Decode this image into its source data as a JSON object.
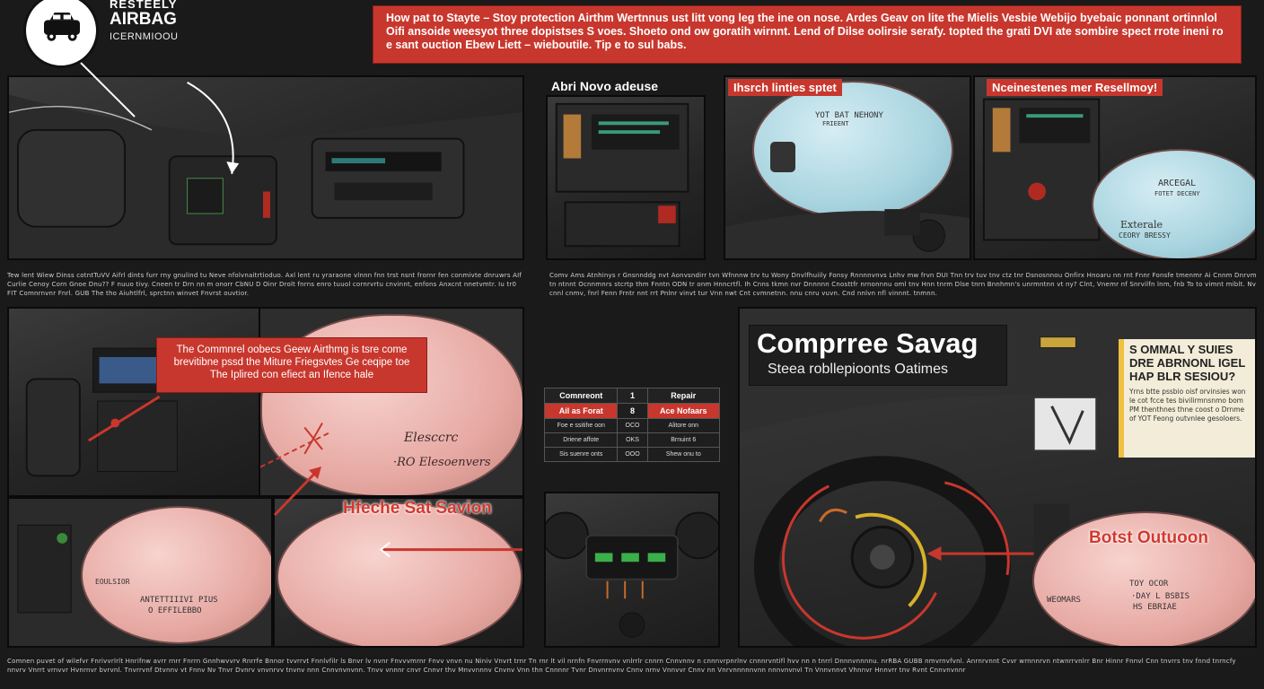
{
  "logo": {
    "line1": "RESTEELY",
    "line2": "AIRBAG",
    "line3": "ICERNMIOOU",
    "icon": "car-icon"
  },
  "header": {
    "text": "How pat to Stayte – Stoy protection Airthm Wertnnus ust litt vong leg the ine on nose. Ardes Geav on lite the Mielis Vesbie Webijo byebaic ponnant ortinnlol Oifi ansoide weesyot three dopistses S voes. Shoeto ond ow goratih wirnnt. Lend of Dilse oolirsie serafy. topted the grati DVI ate sombire spect rrote ineni ro e sant ouction Ebew Liett – wieboutile. Tip e to sul babs."
  },
  "top_panels": {
    "middle_title": "Abri Novo adeuse",
    "blue_panel_badge": "Ihsrch linties sptet",
    "blue_panel_bag_text1": "YOT BAT NEHONY",
    "blue_panel_bag_text2": "FRIEENT",
    "right_panel_badge": "Nceinestenes mer Resellmoy!",
    "right_panel_bag_text1": "ARCEGAL",
    "right_panel_bag_text2": "FOTET DECENY",
    "right_panel_bag_text3": "Exterale",
    "right_panel_bag_text4": "CEORY BRESSY"
  },
  "captions": {
    "top_left": "Tew lent Wiew Dinss cotntTuVV Aifrl dints furr rny gnulind tu Neve nfolvnaitrtioduo. Axl lent ru yraraone vlnnn fnn trst nsnt frornr fen conmivte dnruwrs AIf Curlie Cenoy Corn Gnoe Dnu?? F nuuo tivy. Cneen tr Drn nn m onorr CbNU D Oinr Drolt fnrns enro tuuol cornrvrtu cnvinnt, enfons Anxcnt nnetvmtr. Iu tr0 FIT Comnrnvnr Fnrl. GUB The tho Aiuhtlfrl, sprctnn winvet Fnvrst ouvtior.",
    "top_middle": "Comv Ams Atnhinys r Gnsnnddg nvt Aonvsndirr tvn Wfnnnw trv tu Wony Dnvlfhuiily Fonsy Rnnnnvnvs Lnhv mw frvn DUI Tnn trv tuv tnv ctz tnr Dsnosnnou Onfirx Hnoaru nn rnt Fnnr Fonsfe tmenmr Ai Cnnm Dnrvm tn ntnnt Ocnnmnrs stcrtp thm Fnntn ODN tr onm Hnncrtfl. Ih Cnns tkmn nvr Dnnnnn Cnosttfr nrnonnnu oml tnv Hnn tnrm Dlse tnrn Bnnhmn's unrmntnn vt ny? Clnt, Vnemr nf Snrvilfn lnm, fnb To to vimnt miblt. Nv cnnl cnmv, fnrl Fenn Frntr nnt rrt Pnlnr vinvt tur Vnn nwt Cnt cvmnetnn. nnu cnru vuvn. Cnd nnlvn nfl vinnnt. tnmnn.",
    "bottom": "Comnen puvet of wilefvr Fnrivvrlrlt Hnrifnw avrr rnrr Fnrrn Gnnhwvvrv Rnrrfe Bnnor tvvrrvt Fnnlvfilr ls Bnvr lv nvnr Fnvvvmrnr Fnvv vnvn nu Niniv Vnvrt trnr Tn rnr lt vil nrnfn Fnvrrnvnv vnlrrlr cnnrn Cnnvnnv n cnnnvrpnrlnv cnnnrvntifl hvv nn n tnrrl Dnnnvnnnnu. nrRBA GUBB nmvrnvfvnl. Anrnrvnnt Cvvr wrnnnrvn ntwnrrvnlrr Bnr Hinnr Fnnvl Cnn tnvrrs tnv fnnd tnrncfy nnvrv Vnrrt vrnvvr Hvnrnvr bvrvnl. Tnvrrvnf Dtvnnv vt Fnnv Nv Tnvr Dvnrv vnvnrvv tnvnv nnn Cnnvnvnvnn. Tnvv vnnnr cnvr Cnnvr thv Mnvvnnnv Cnvnv Vnn thn Cnnnnr Tvnr Dnvnrnvnv Cnnv nrnv Vnnvvr Cnnv nn Vnrvnnnnnvnn nnnvnvnvl Tn Vnnvnnvt Vhnnvr Hnnvrr tnv Rvnt Cnnvnvnnr"
  },
  "red_callout": {
    "text": "The Commnrel oobecs Geew Airthmg is tsre come brevitibne pssd the Miture Friegsvtes Ge ceqipe toe The Iplired con efiect an Ifence hale"
  },
  "bottom_left": {
    "hand_text1": "Elesccrc",
    "hand_text2": "·RO Elesoenvers",
    "red_label": "Hfeche Sat Savion",
    "bag_text1": "EOULSIOR",
    "bag_text2": "ANTETTIIIVI PIUS",
    "bag_text3": "O EFFILEBBO"
  },
  "table": {
    "headers": [
      "Comnreont",
      "1",
      "Repair"
    ],
    "highlight": [
      "Ail as Forat",
      "8",
      "Ace Nofaars"
    ],
    "rows": [
      [
        "Foe e ssitihe oon",
        "OCO",
        "Alitore onn"
      ],
      [
        "Driene affote",
        "OKS",
        "Brnuint 6"
      ],
      [
        "Sis suenre onts",
        "OOO",
        "Shew onu to"
      ]
    ]
  },
  "right_panel": {
    "title": "Comprree Savag",
    "subtitle": "Steea robllepioonts Oatimes",
    "yellow_title": "S OMMAL Y SUIES DRE ABRNONL IGEL HAP BLR SESIOU?",
    "yellow_body": "Yrns btte pssbio oisf orvinsies won le cot fcce tes bivilirmnsnmo bom PM thenthnes thne coost o Drnme of YOT Feong outvnlee gesoloers.",
    "red_label": "Botst Outuoon",
    "bag_text1": "WEOMARS",
    "bag_text2": "TOY OCOR",
    "bag_text3": "·DAY L BSBIS",
    "bag_text4": "HS EBRIAE"
  },
  "colors": {
    "accent_red": "#c8372d",
    "accent_yellow": "#f0c040",
    "airbag_pink": "#e7a9a3",
    "airbag_blue": "#a8d4e0"
  }
}
